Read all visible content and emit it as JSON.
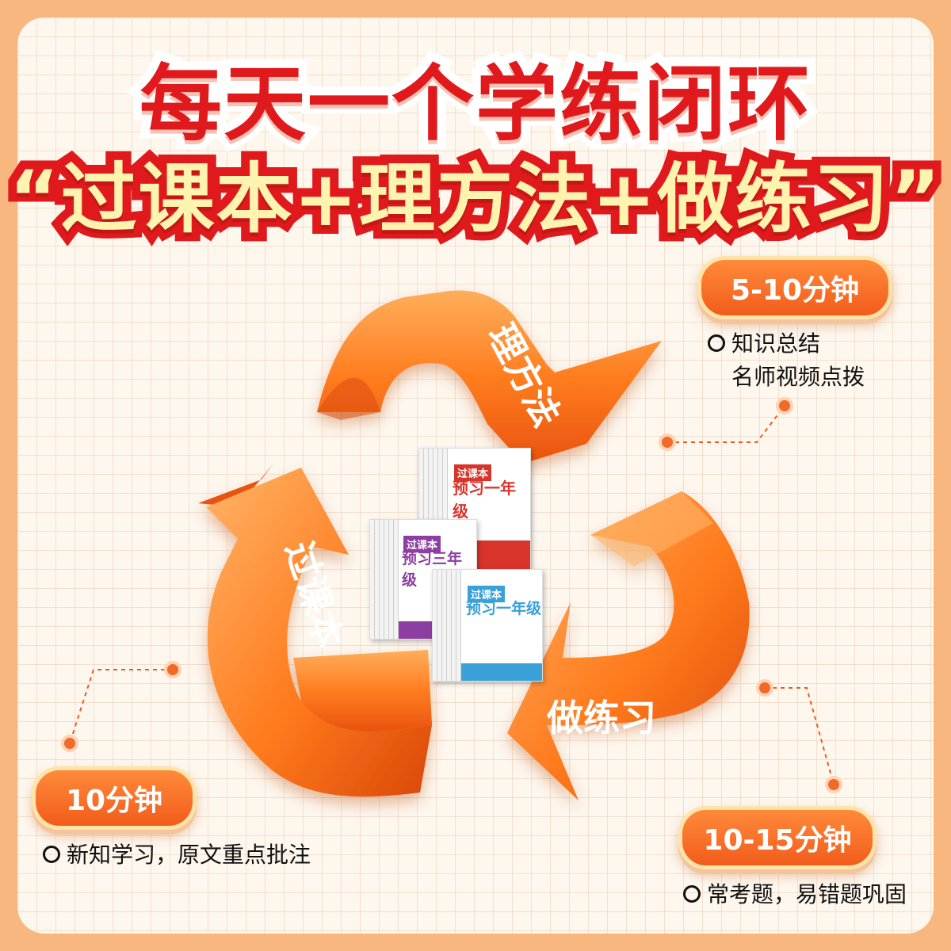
{
  "headline": {
    "line1": "每天一个学练闭环",
    "line2": "“过课本+理方法+做练习”"
  },
  "cycle": {
    "arrow_top_label": "理方法",
    "arrow_left_label": "过课本",
    "arrow_right_label": "做练习"
  },
  "callouts": {
    "top_right": {
      "time": "5-10分钟",
      "line1": "知识总结",
      "line2": "名师视频点拨"
    },
    "bottom_left": {
      "time": "10分钟",
      "line1": "新知学习，原文重点批注"
    },
    "bottom_right": {
      "time": "10-15分钟",
      "line1": "常考题，易错题巩固"
    }
  },
  "books": {
    "back": {
      "series": "过课本",
      "title": "预习一年级",
      "band_color": "#d9342b"
    },
    "left": {
      "series": "过课本",
      "title": "预习三年级",
      "band_color": "#8c3fa0"
    },
    "front": {
      "series": "过课本",
      "title": "预习一年级",
      "band_color": "#3aa0d8"
    }
  },
  "colors": {
    "accent": "#f25c1c",
    "headline_red": "#e0191d",
    "headline_yellow": "#fff3b0",
    "background": "#f7b77f"
  }
}
